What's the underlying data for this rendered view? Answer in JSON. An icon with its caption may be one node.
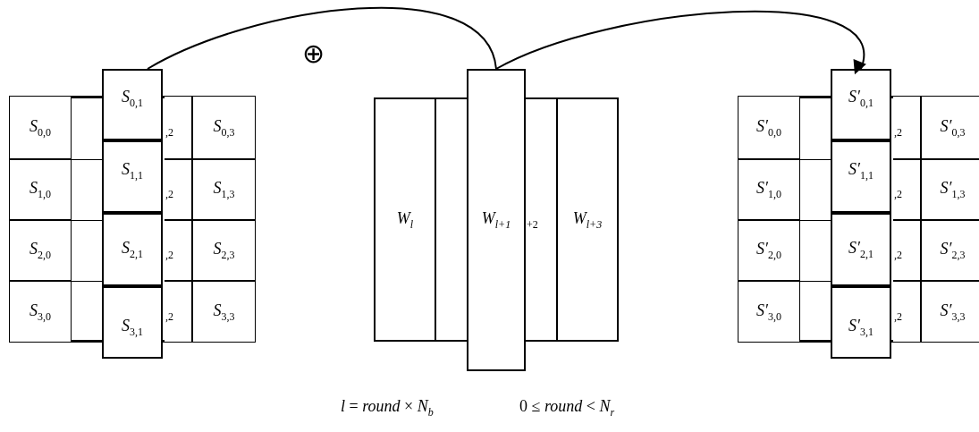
{
  "diagram": {
    "nodes": [
      {
        "text": [],
        "shape": "box"
      },
      {
        "text": [
          "*S*$_{0,0}$"
        ],
        "in": 0
      },
      {
        "text": [
          "$_{,2}$"
        ],
        "in": 0
      },
      {
        "text": [
          "*S*$_{0,3}$"
        ],
        "in": 0
      },
      {
        "text": [
          "*S*$_{1,0}$"
        ],
        "in": 0
      },
      {
        "text": [
          "$_{,2}$"
        ],
        "in": 0
      },
      {
        "text": [
          "*S*$_{1,3}$"
        ],
        "in": 0
      },
      {
        "text": [
          "*S*$_{2,0}$"
        ],
        "in": 0
      },
      {
        "text": [
          "$_{,2}$"
        ],
        "in": 0
      },
      {
        "text": [
          "*S*$_{2,3}$"
        ],
        "in": 0
      },
      {
        "text": [
          "*S*$_{3,0}$"
        ],
        "in": 0
      },
      {
        "text": [
          "$_{,2}$"
        ],
        "in": 0
      },
      {
        "text": [
          "*S*$_{3,3}$"
        ],
        "in": 0
      },
      {
        "text": [
          "*S*$_{0,1}$"
        ]
      },
      {
        "text": [
          "*S*$_{1,1}$"
        ],
        "in": 0
      },
      {
        "text": [
          "*S*$_{2,1}$"
        ],
        "in": 0
      },
      {
        "text": [
          "*S*$_{3,1}$"
        ]
      },
      {
        "text": [],
        "shape": "box"
      },
      {
        "text": [
          "*W*$_{l}$"
        ],
        "in": 17
      },
      {
        "text": [
          "$_{+2}$"
        ],
        "in": 17
      },
      {
        "text": [
          "*W*$_{l+3}$"
        ],
        "in": 17
      },
      {
        "text": [
          "*W*$_{l+1}$"
        ]
      },
      {
        "text": [],
        "shape": "box"
      },
      {
        "text": [
          "*S′*$_{0,0}$"
        ],
        "in": 22
      },
      {
        "text": [
          "$_{,2}$"
        ],
        "in": 22
      },
      {
        "text": [
          "*S′*$_{0,3}$"
        ],
        "in": 22
      },
      {
        "text": [
          "*S′*$_{1,0}$"
        ],
        "in": 22
      },
      {
        "text": [
          "$_{,2}$"
        ],
        "in": 22
      },
      {
        "text": [
          "*S′*$_{1,3}$"
        ],
        "in": 22
      },
      {
        "text": [
          "*S′*$_{2,0}$"
        ],
        "in": 22
      },
      {
        "text": [
          "$_{,2}$"
        ],
        "in": 22
      },
      {
        "text": [
          "*S′*$_{2,3}$"
        ],
        "in": 22
      },
      {
        "text": [
          "*S′*$_{3,0}$"
        ],
        "in": 22
      },
      {
        "text": [
          "$_{,2}$"
        ],
        "in": 22
      },
      {
        "text": [
          "*S′*$_{3,3}$"
        ],
        "in": 22
      },
      {
        "text": [
          "*S′*$_{0,1}$"
        ]
      },
      {
        "text": [
          "*S′*$_{1,1}$"
        ],
        "in": 22
      },
      {
        "text": [
          "*S′*$_{2,1}$"
        ],
        "in": 22
      },
      {
        "text": [
          "*S′*$_{3,1}$"
        ]
      }
    ],
    "edges": [
      {
        "from": 13,
        "to": 21,
        "arrow": "none"
      },
      {
        "from": 21,
        "to": 35,
        "arrow": "to"
      }
    ],
    "labels": [
      "⊕",
      "*l* = *round* × *N*$_{b}$",
      "0 ≤ *round* < *N*$_{r}$"
    ]
  }
}
